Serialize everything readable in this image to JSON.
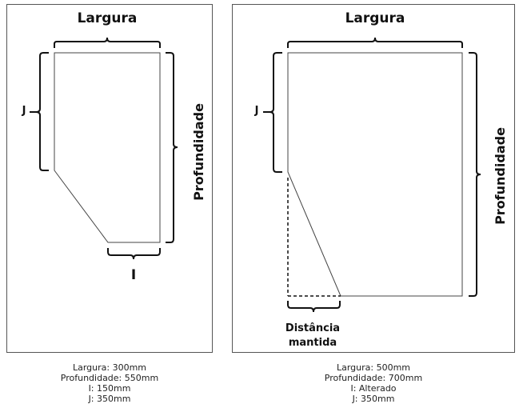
{
  "left": {
    "label_width": "Largura",
    "label_depth": "Profundidade",
    "label_i": "I",
    "label_j": "J",
    "caption": {
      "width": "Largura: 300mm",
      "depth": "Profundidade: 550mm",
      "i": "I: 150mm",
      "j": "J: 350mm"
    }
  },
  "right": {
    "label_width": "Largura",
    "label_depth": "Profundidade",
    "label_j": "J",
    "label_distance_line1": "Distância",
    "label_distance_line2": "mantida",
    "caption": {
      "width": "Largura: 500mm",
      "depth": "Profundidade: 700mm",
      "i": "I: Alterado",
      "j": "J: 350mm"
    }
  }
}
